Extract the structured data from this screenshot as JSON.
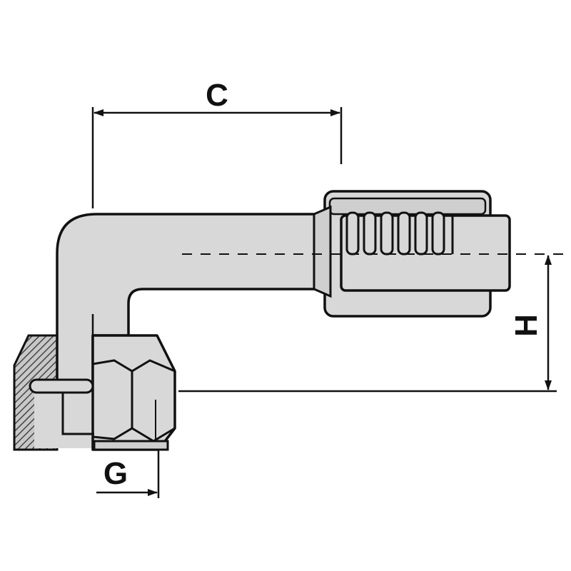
{
  "labels": {
    "c": "C",
    "g": "G",
    "h": "H"
  },
  "colors": {
    "outline": "#111111",
    "body_fill": "#d8d8d8",
    "shade_fill": "#bdbdbd",
    "hatch": "#555555",
    "background": "#ffffff"
  }
}
